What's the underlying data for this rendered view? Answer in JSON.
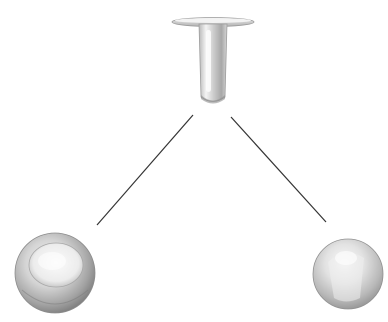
{
  "diagram": {
    "parts": [
      {
        "id": "post",
        "icon": "rivet-post-icon"
      },
      {
        "id": "cap_left",
        "icon": "flat-top-cap-icon"
      },
      {
        "id": "cap_right",
        "icon": "domed-cap-icon"
      }
    ],
    "connectors": [
      {
        "from": "post",
        "to": "cap_left"
      },
      {
        "from": "post",
        "to": "cap_right"
      }
    ],
    "colors": {
      "line": "#333333",
      "metal_light": "#f2f2f2",
      "metal_mid": "#c8c8c8",
      "metal_dark": "#8a8a8a"
    }
  }
}
